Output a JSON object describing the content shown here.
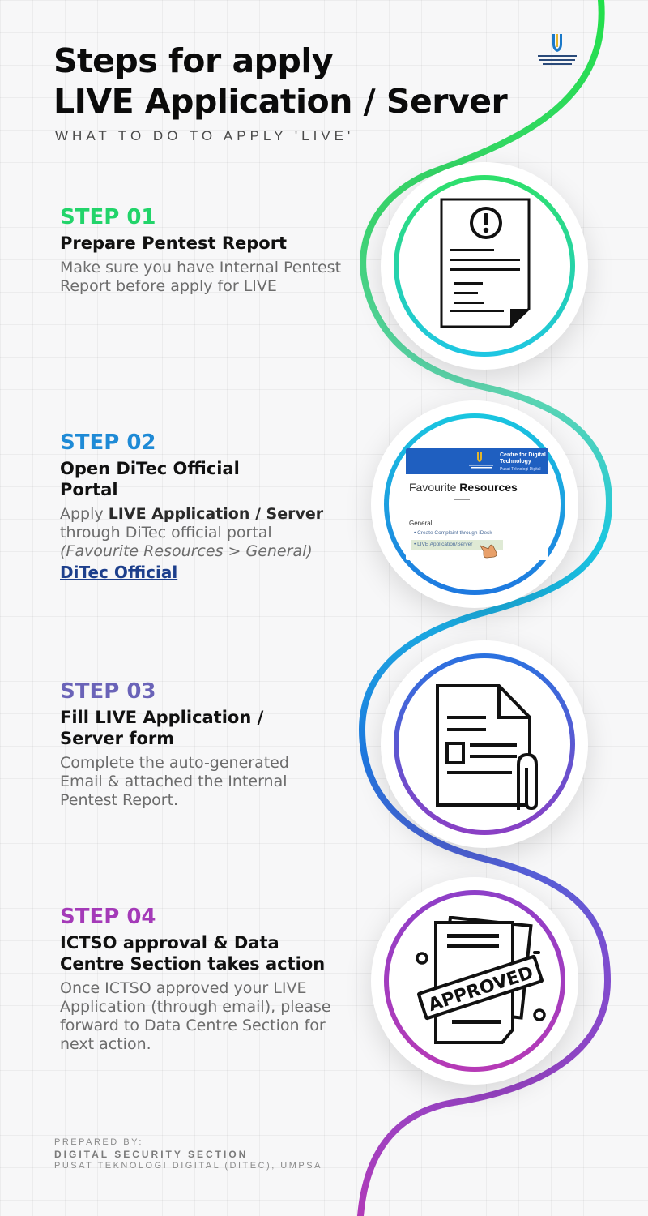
{
  "header": {
    "title_line1": "Steps for apply",
    "title_line2": "LIVE Application / Server",
    "subtitle": "WHAT TO DO TO APPLY 'LIVE'"
  },
  "steps": [
    {
      "label": "STEP 01",
      "heading": "Prepare Pentest Report",
      "description": "Make sure you have Internal Pentest Report before apply for LIVE",
      "color": "#22d46a",
      "icon": "document-warning-icon"
    },
    {
      "label": "STEP 02",
      "heading_line1": "Open DiTec Official",
      "heading_line2": "Portal",
      "desc_pre": "Apply ",
      "desc_bold": "LIVE Application / Server",
      "desc_mid": " through DiTec official portal ",
      "desc_italic": "(Favourite Resources > General)",
      "link_text": "DiTec Official",
      "color": "#1e8ad6",
      "icon": "portal-screenshot"
    },
    {
      "label": "STEP 03",
      "heading_line1": "Fill LIVE Application /",
      "heading_line2": "Server form",
      "description": "Complete the auto-generated Email & attached the Internal Pentest Report.",
      "color": "#6a63b8",
      "icon": "form-attachment-icon"
    },
    {
      "label": "STEP 04",
      "heading_line1": "ICTSO approval & Data",
      "heading_line2": "Centre Section takes action",
      "description": "Once ICTSO approved your LIVE Application (through email), please forward to Data Centre Section for next action.",
      "color": "#a43ab8",
      "icon": "approved-stamp-icon",
      "stamp_text": "APPROVED"
    }
  ],
  "portal_screenshot": {
    "bar_title": "Centre for Digital Technology",
    "bar_sub": "Pusat Teknologi Digital",
    "heading_plain": "Favourite ",
    "heading_bold": "Resources",
    "section": "General",
    "item1": "• Create Complaint through iDesk",
    "item2": "• LIVE Application/Server"
  },
  "footer": {
    "prepared_by": "PREPARED BY:",
    "section": "DIGITAL SECURITY SECTION",
    "org": "PUSAT TEKNOLOGI DIGITAL (DITEC), UMPSA"
  },
  "colors": {
    "green": "#22d46a",
    "cyan": "#19c6e0",
    "blue": "#1e78e0",
    "violet": "#7a4ed0",
    "purple": "#b03ab8"
  }
}
